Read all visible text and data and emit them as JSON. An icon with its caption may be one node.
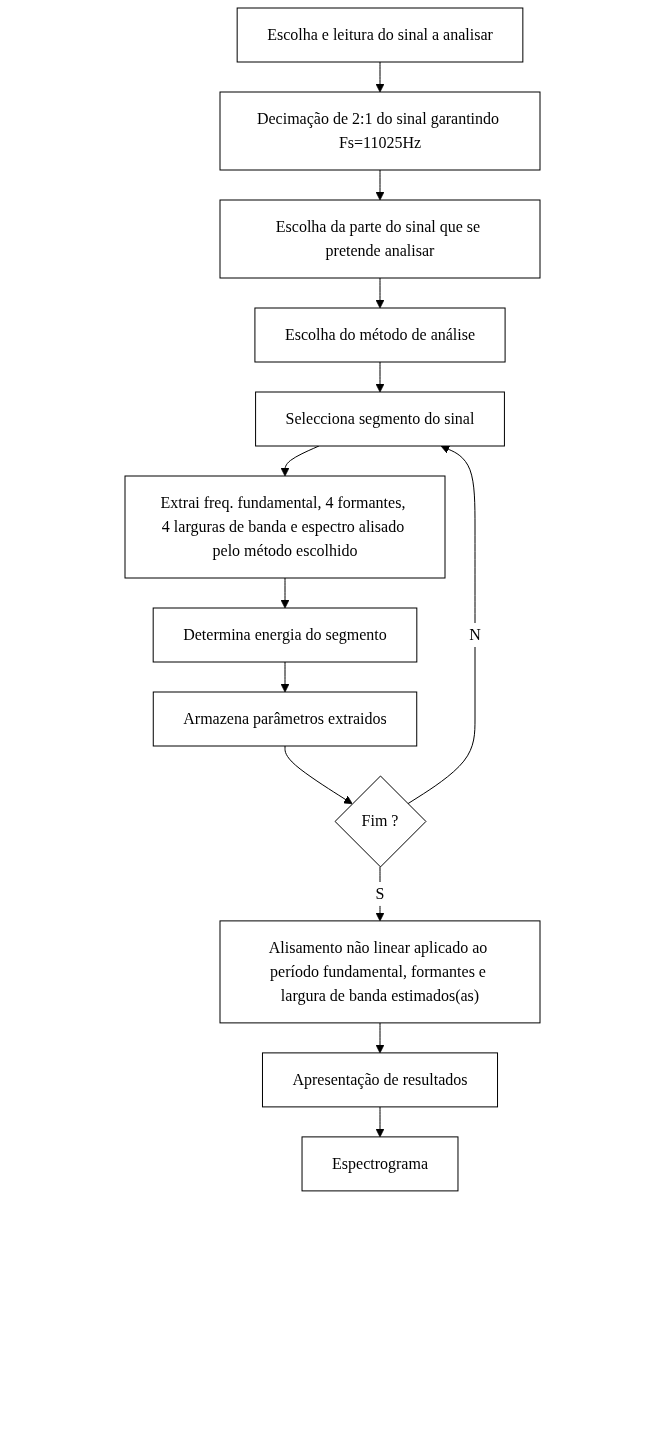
{
  "diagram": {
    "nodes": [
      {
        "text": [
          "Escolha e leitura do sinal a analisar"
        ]
      },
      {
        "text": [
          "Decimação de 2:1 do sinal garantindo Fs=11025Hz"
        ]
      },
      {
        "text": [
          "Escolha da parte do sinal que se pretende analisar"
        ]
      },
      {
        "text": [
          "Escolha do método de análise"
        ]
      },
      {
        "text": [
          "Selecciona segmento do sinal"
        ]
      },
      {
        "text": [
          "Extrai freq. fundamental, 4 formantes, 4 larguras de banda e espectro alisado pelo método escolhido"
        ]
      },
      {
        "text": [
          "Determina energia do segmento"
        ]
      },
      {
        "text": [
          "Armazena parâmetros extraidos"
        ]
      },
      {
        "text": [
          "Fim ?"
        ]
      },
      {
        "text": [
          "Alisamento não linear aplicado ao período fundamental, formantes e largura de banda estimados(as)"
        ]
      },
      {
        "text": [
          "Apresentação de resultados"
        ]
      },
      {
        "text": [
          "Espectrograma"
        ]
      }
    ],
    "edges": [
      {
        "from": 0,
        "to": 1,
        "arrow": "to"
      },
      {
        "from": 1,
        "to": 2,
        "arrow": "to"
      },
      {
        "from": 2,
        "to": 3,
        "arrow": "to"
      },
      {
        "from": 3,
        "to": 4,
        "arrow": "to"
      },
      {
        "from": 4,
        "to": 5,
        "arrow": "to"
      },
      {
        "from": 5,
        "to": 6,
        "arrow": "to"
      },
      {
        "from": 6,
        "to": 7,
        "arrow": "to"
      },
      {
        "from": 7,
        "to": 8,
        "arrow": "to"
      },
      {
        "from": 8,
        "to": 4,
        "label": "N",
        "arrow": "to"
      },
      {
        "from": 8,
        "to": 9,
        "label": "S",
        "arrow": "to"
      },
      {
        "from": 9,
        "to": 10,
        "arrow": "to"
      },
      {
        "from": 10,
        "to": 11,
        "arrow": "to"
      }
    ]
  }
}
